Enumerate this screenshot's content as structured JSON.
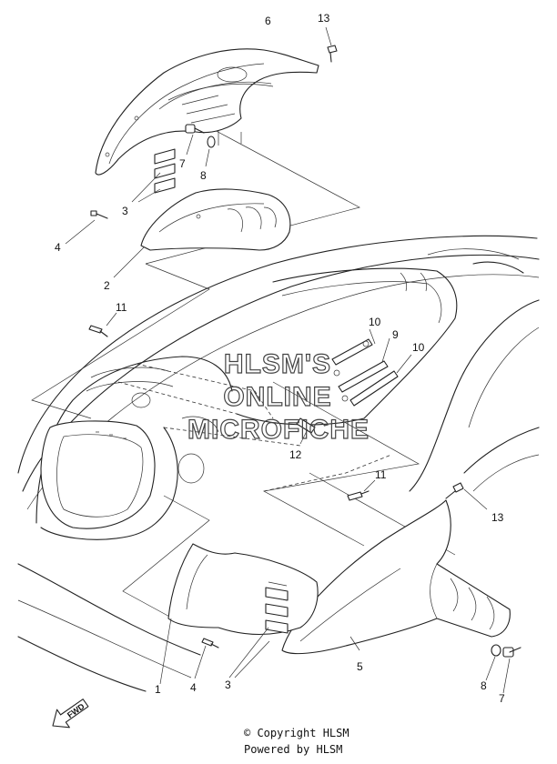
{
  "watermark": {
    "line1": "HLSM'S",
    "line2": "ONLINE",
    "line3": "MICROFICHE"
  },
  "direction_arrow": {
    "label": "FWD",
    "icon": "forward-arrow-icon"
  },
  "callouts": [
    "6",
    "13",
    "7",
    "8",
    "3",
    "4",
    "2",
    "11",
    "10",
    "9",
    "10",
    "12",
    "11",
    "13",
    "1",
    "4",
    "3",
    "5",
    "8",
    "7"
  ],
  "footer": {
    "copyright": "© Copyright HLSM",
    "powered": "Powered by HLSM"
  },
  "colors": {
    "line": "#222222",
    "background": "#ffffff"
  }
}
